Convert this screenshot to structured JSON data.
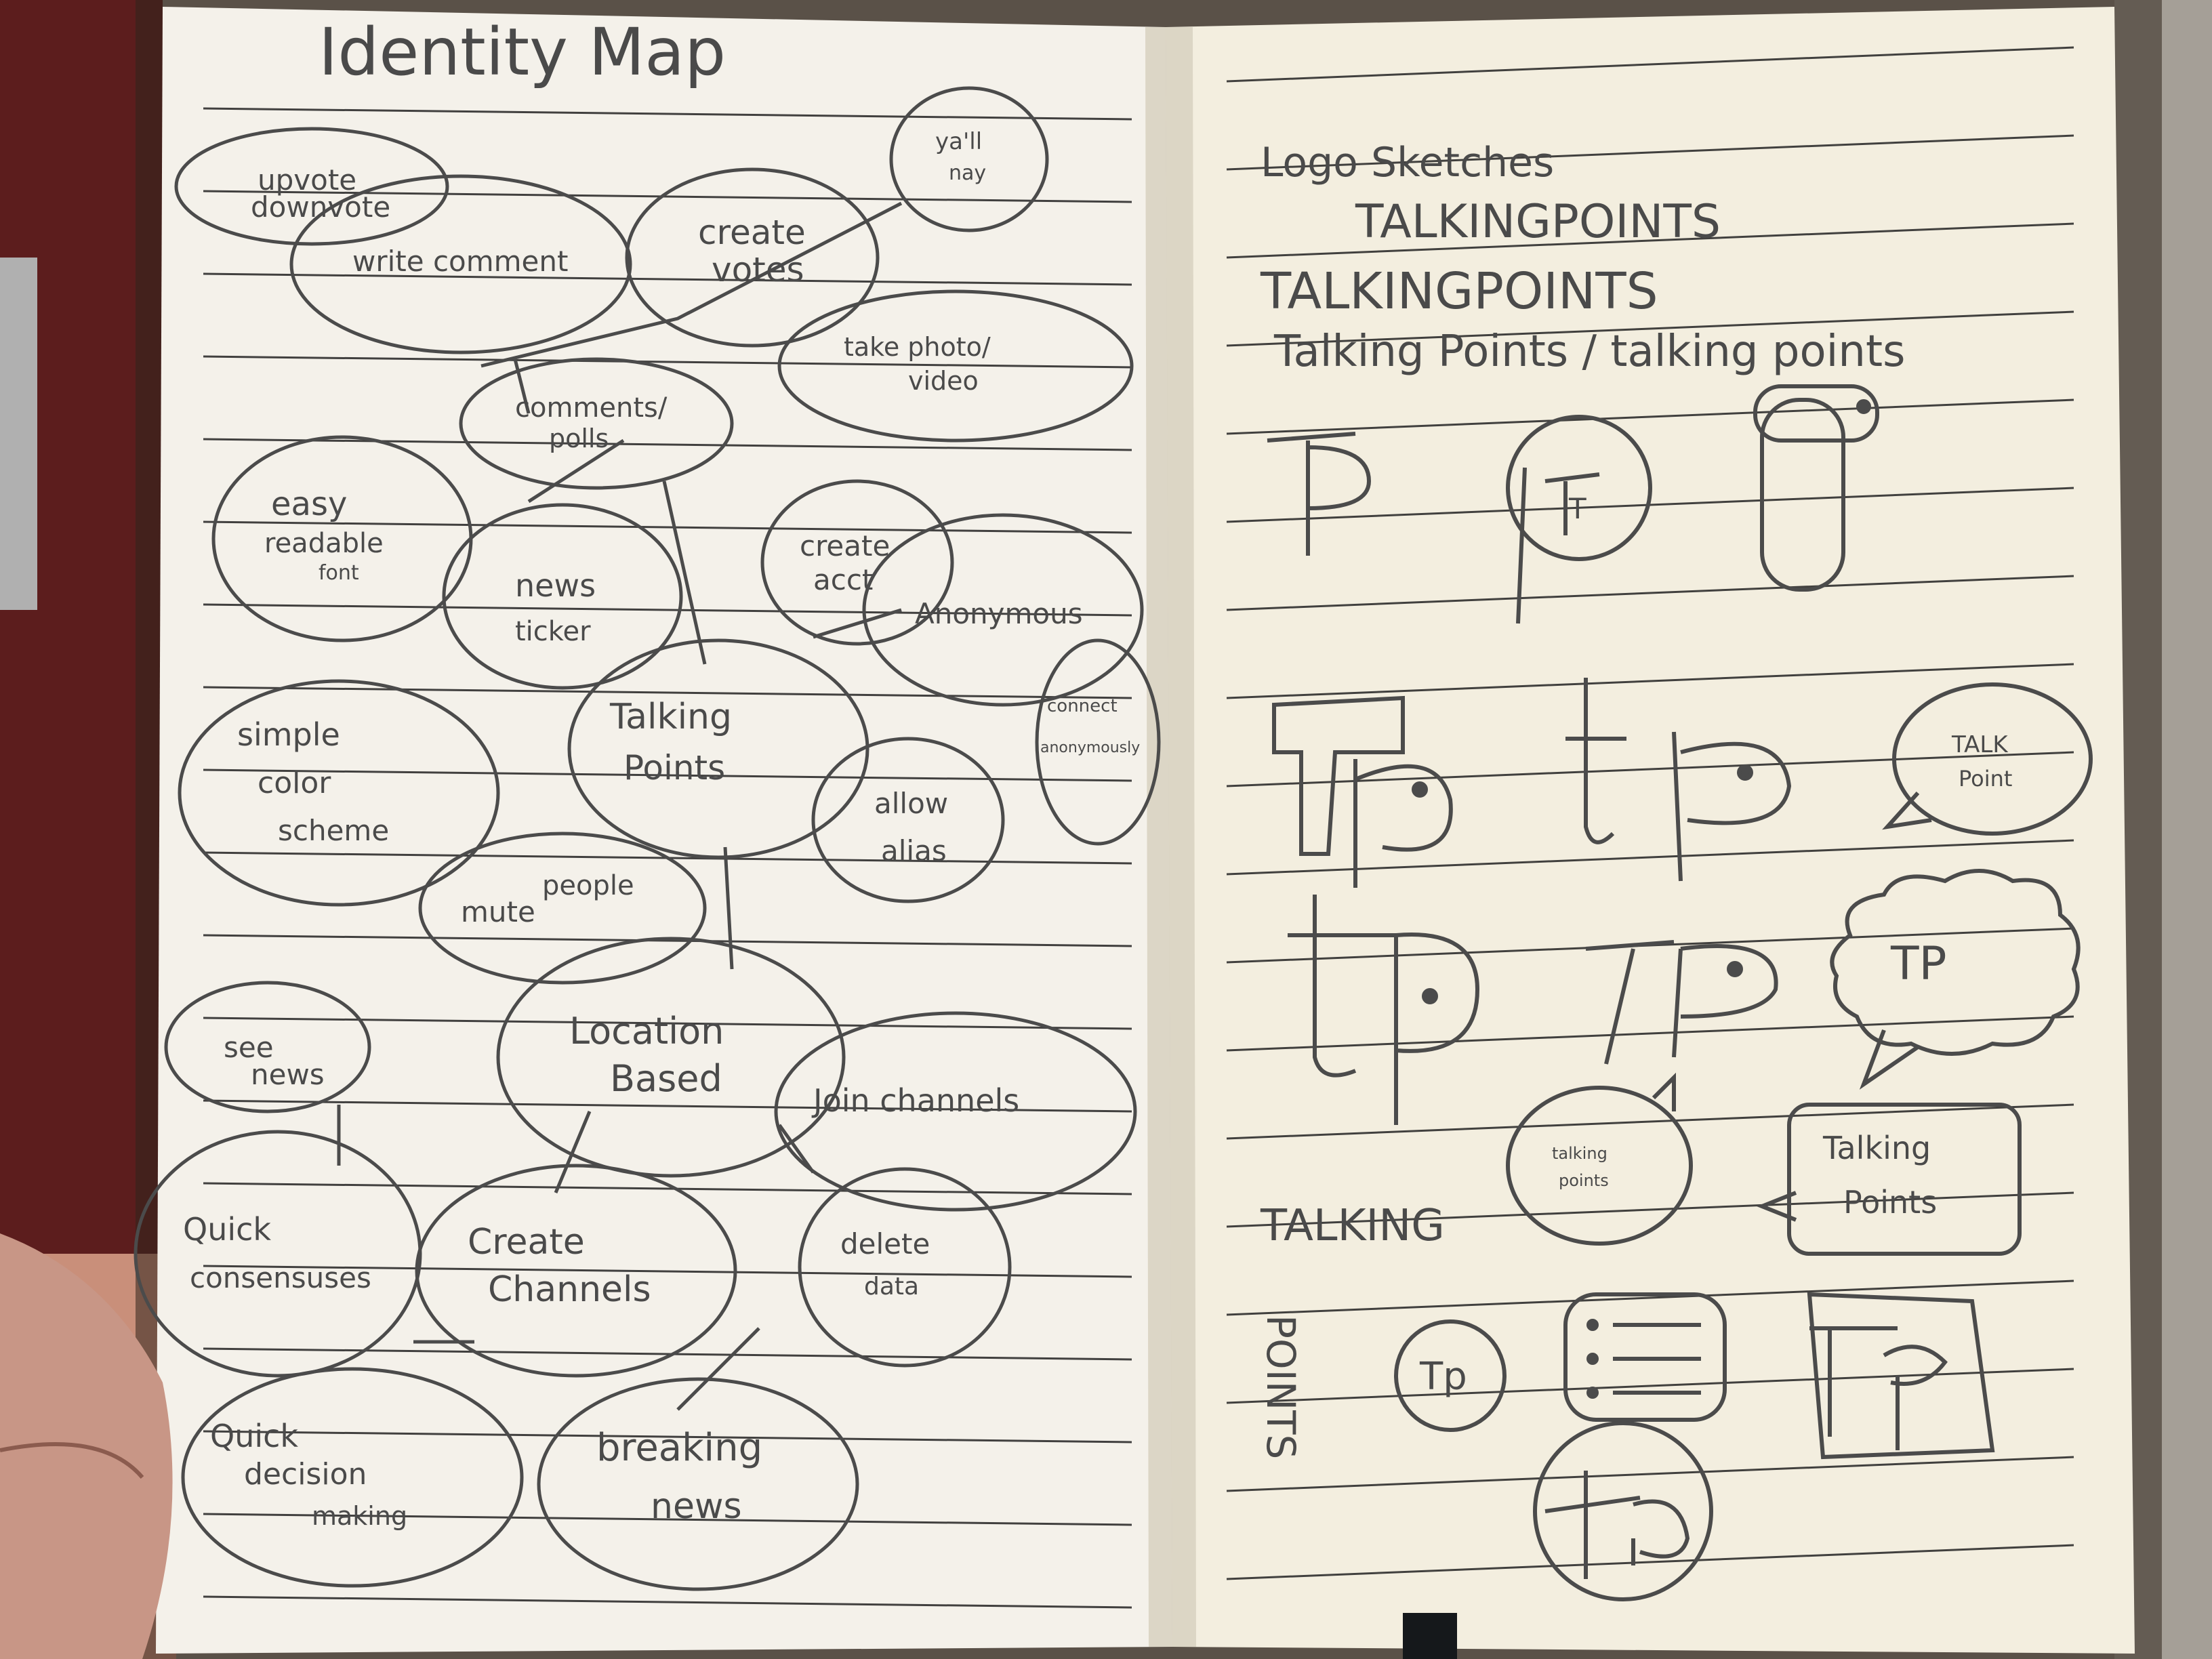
{
  "left_page": {
    "title": "Identity Map",
    "bubbles": [
      {
        "id": "upvote",
        "lines": [
          "upvote",
          "downvote"
        ]
      },
      {
        "id": "yall",
        "lines": [
          "ya'll",
          "nay"
        ]
      },
      {
        "id": "write-comment",
        "lines": [
          "write comment"
        ]
      },
      {
        "id": "create-votes",
        "lines": [
          "create",
          "votes"
        ]
      },
      {
        "id": "take-photo",
        "lines": [
          "take photo/",
          "video"
        ]
      },
      {
        "id": "comments-polls",
        "lines": [
          "comments/",
          "polls"
        ]
      },
      {
        "id": "easy-readable",
        "lines": [
          "easy",
          "readable",
          "font"
        ]
      },
      {
        "id": "news-ticker",
        "lines": [
          "news",
          "ticker"
        ]
      },
      {
        "id": "create-acct",
        "lines": [
          "create",
          "acct"
        ]
      },
      {
        "id": "anonymous",
        "lines": [
          "Anonymous"
        ]
      },
      {
        "id": "simple-color",
        "lines": [
          "simple",
          "color",
          "scheme"
        ]
      },
      {
        "id": "talking-points-center",
        "lines": [
          "Talking",
          "Points"
        ]
      },
      {
        "id": "connect-anonymously",
        "lines": [
          "connect",
          "anonymously"
        ]
      },
      {
        "id": "allow-alias",
        "lines": [
          "allow",
          "alias"
        ]
      },
      {
        "id": "mute-people",
        "lines": [
          "mute",
          "people"
        ]
      },
      {
        "id": "location-based",
        "lines": [
          "Location",
          "Based"
        ]
      },
      {
        "id": "see-news",
        "lines": [
          "see",
          "news"
        ]
      },
      {
        "id": "join-channels",
        "lines": [
          "Join channels"
        ]
      },
      {
        "id": "quick-consensuses",
        "lines": [
          "Quick",
          "consensuses"
        ]
      },
      {
        "id": "create-channels",
        "lines": [
          "Create",
          "Channels"
        ]
      },
      {
        "id": "delete-data",
        "lines": [
          "delete",
          "data"
        ]
      },
      {
        "id": "quick-decision",
        "lines": [
          "Quick",
          "decision",
          "making"
        ]
      },
      {
        "id": "breaking-news",
        "lines": [
          "breaking",
          "news"
        ]
      }
    ]
  },
  "right_page": {
    "title": "Logo Sketches",
    "wordmarks": [
      "TALKINGPOINTS",
      "TALKINGPOINTS",
      "Talking Points / talking points",
      "Talking"
    ],
    "sketch_labels": {
      "t": "T",
      "talk_bubble": [
        "TALK",
        "Point"
      ],
      "tp_cloud": "TP",
      "small_bubble": [
        "talking",
        "points"
      ],
      "rect_bubble": [
        "Talking",
        "Points"
      ],
      "vertical_title": "TALKING",
      "vertical_letters": "POINTS",
      "circle_tp": "Tp"
    }
  }
}
